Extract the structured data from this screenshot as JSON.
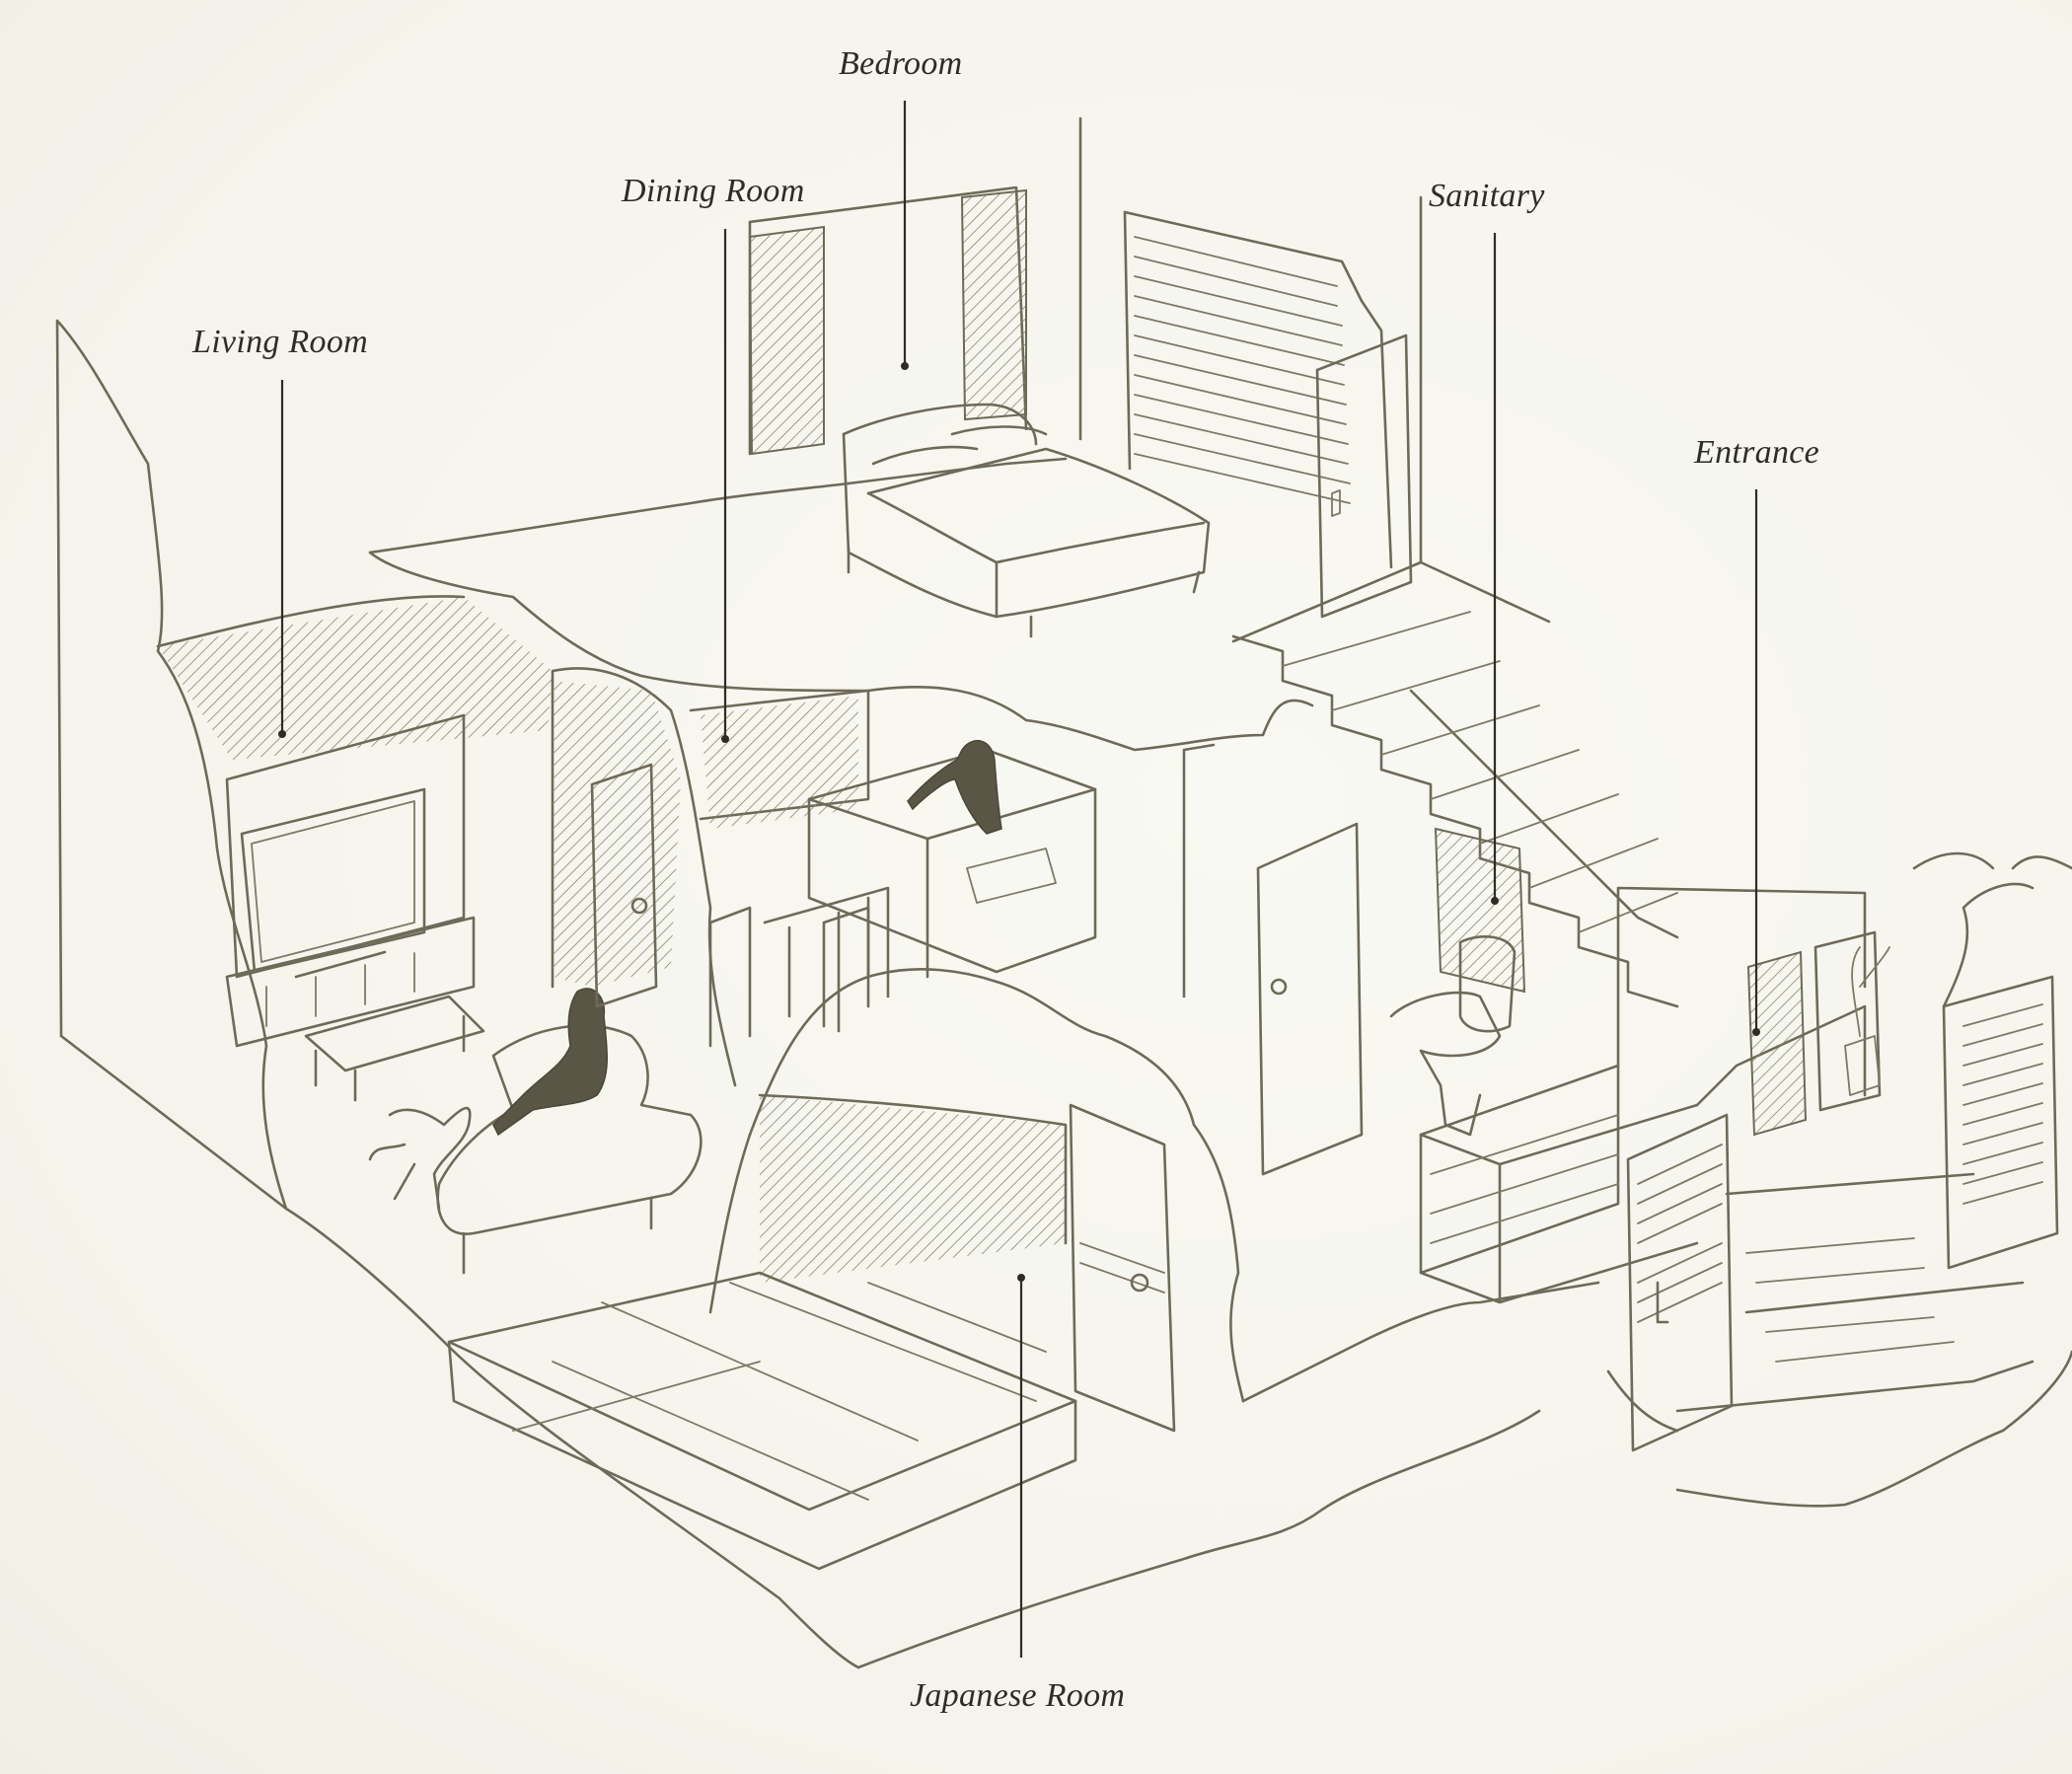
{
  "labels": {
    "bedroom": "Bedroom",
    "dining_room": "Dining Room",
    "sanitary": "Sanitary",
    "living_room": "Living Room",
    "entrance": "Entrance",
    "japanese_room": "Japanese Room"
  },
  "colors": {
    "paper": "#f6f6ef",
    "sketch_line": "#6e6a58",
    "label_text": "#2e2c26"
  }
}
